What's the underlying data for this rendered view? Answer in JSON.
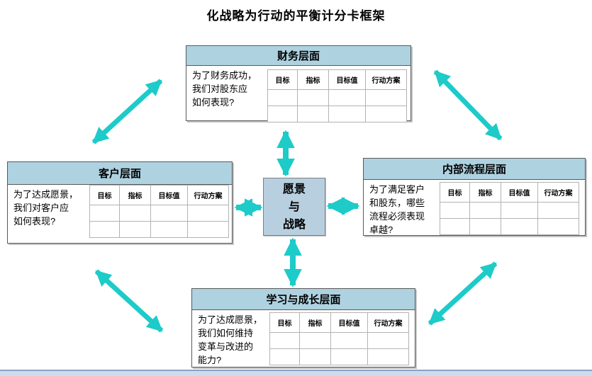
{
  "title": "化战略为行动的平衡计分卡框架",
  "colors": {
    "arrow": "#1dcbc9",
    "panel_header": "#aed2e0",
    "center_fill": "#b8cfdf",
    "footer_fill": "#cddbeb",
    "footer_border": "#8aa3c5"
  },
  "table": {
    "headers": [
      "目标",
      "指标",
      "目标值",
      "行动方案"
    ],
    "empty_rows": 2
  },
  "center": {
    "lines": [
      "愿景",
      "与",
      "战略"
    ]
  },
  "panels": {
    "financial": {
      "title": "财务层面",
      "question": "为了财务成功，\n我们对股东应\n如何表现?"
    },
    "customer": {
      "title": "客户层面",
      "question": "为了达成愿景，\n我们对客户应\n如何表现?"
    },
    "internal": {
      "title": "内部流程层面",
      "question": "为了满足客户\n和股东，哪些\n流程必须表现\n卓越?"
    },
    "learning": {
      "title": "学习与成长层面",
      "question": "为了达成愿景，\n我们如何维持\n变革与改进的\n能力?"
    }
  }
}
